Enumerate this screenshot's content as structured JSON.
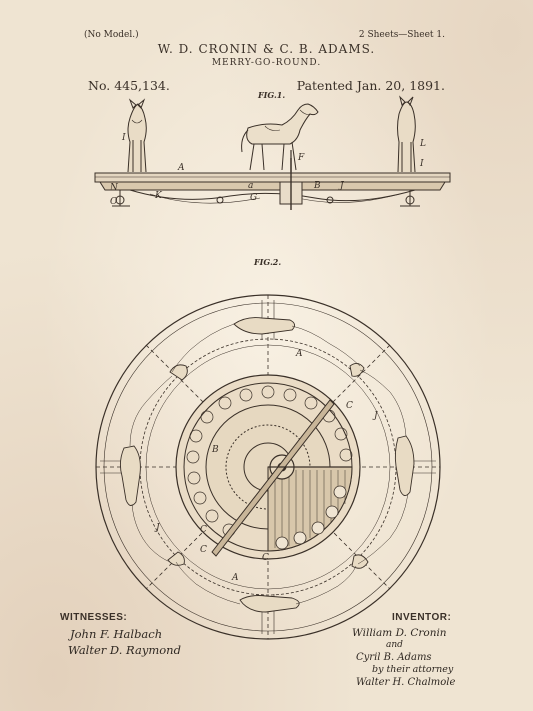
{
  "header": {
    "no_model": "(No Model.)",
    "sheets": "2 Sheets—Sheet 1.",
    "title": "W. D. CRONIN & C. B. ADAMS.",
    "subtitle": "MERRY-GO-ROUND.",
    "patent_number": "No. 445,134.",
    "patent_date": "Patented Jan. 20, 1891."
  },
  "figures": {
    "fig1_label": "FIG.1.",
    "fig2_label": "FIG.2."
  },
  "fig1_letters": [
    "A",
    "a",
    "F",
    "B",
    "N",
    "O",
    "K",
    "G",
    "J",
    "L",
    "I",
    "I"
  ],
  "fig2_letters": [
    "A",
    "A",
    "B",
    "C",
    "C",
    "C",
    "C",
    "J",
    "J"
  ],
  "witnesses": {
    "label": "WITNESSES:",
    "names": [
      "John F. Halbach",
      "Walter D. Raymond"
    ]
  },
  "inventor": {
    "label": "INVENTOR:",
    "lines": [
      "William D. Cronin",
      "and",
      "Cyril B. Adams",
      "by their attorney",
      "Walter H. Chalmole"
    ]
  },
  "colors": {
    "paper": "#efe4d2",
    "ink": "#3a3028"
  }
}
